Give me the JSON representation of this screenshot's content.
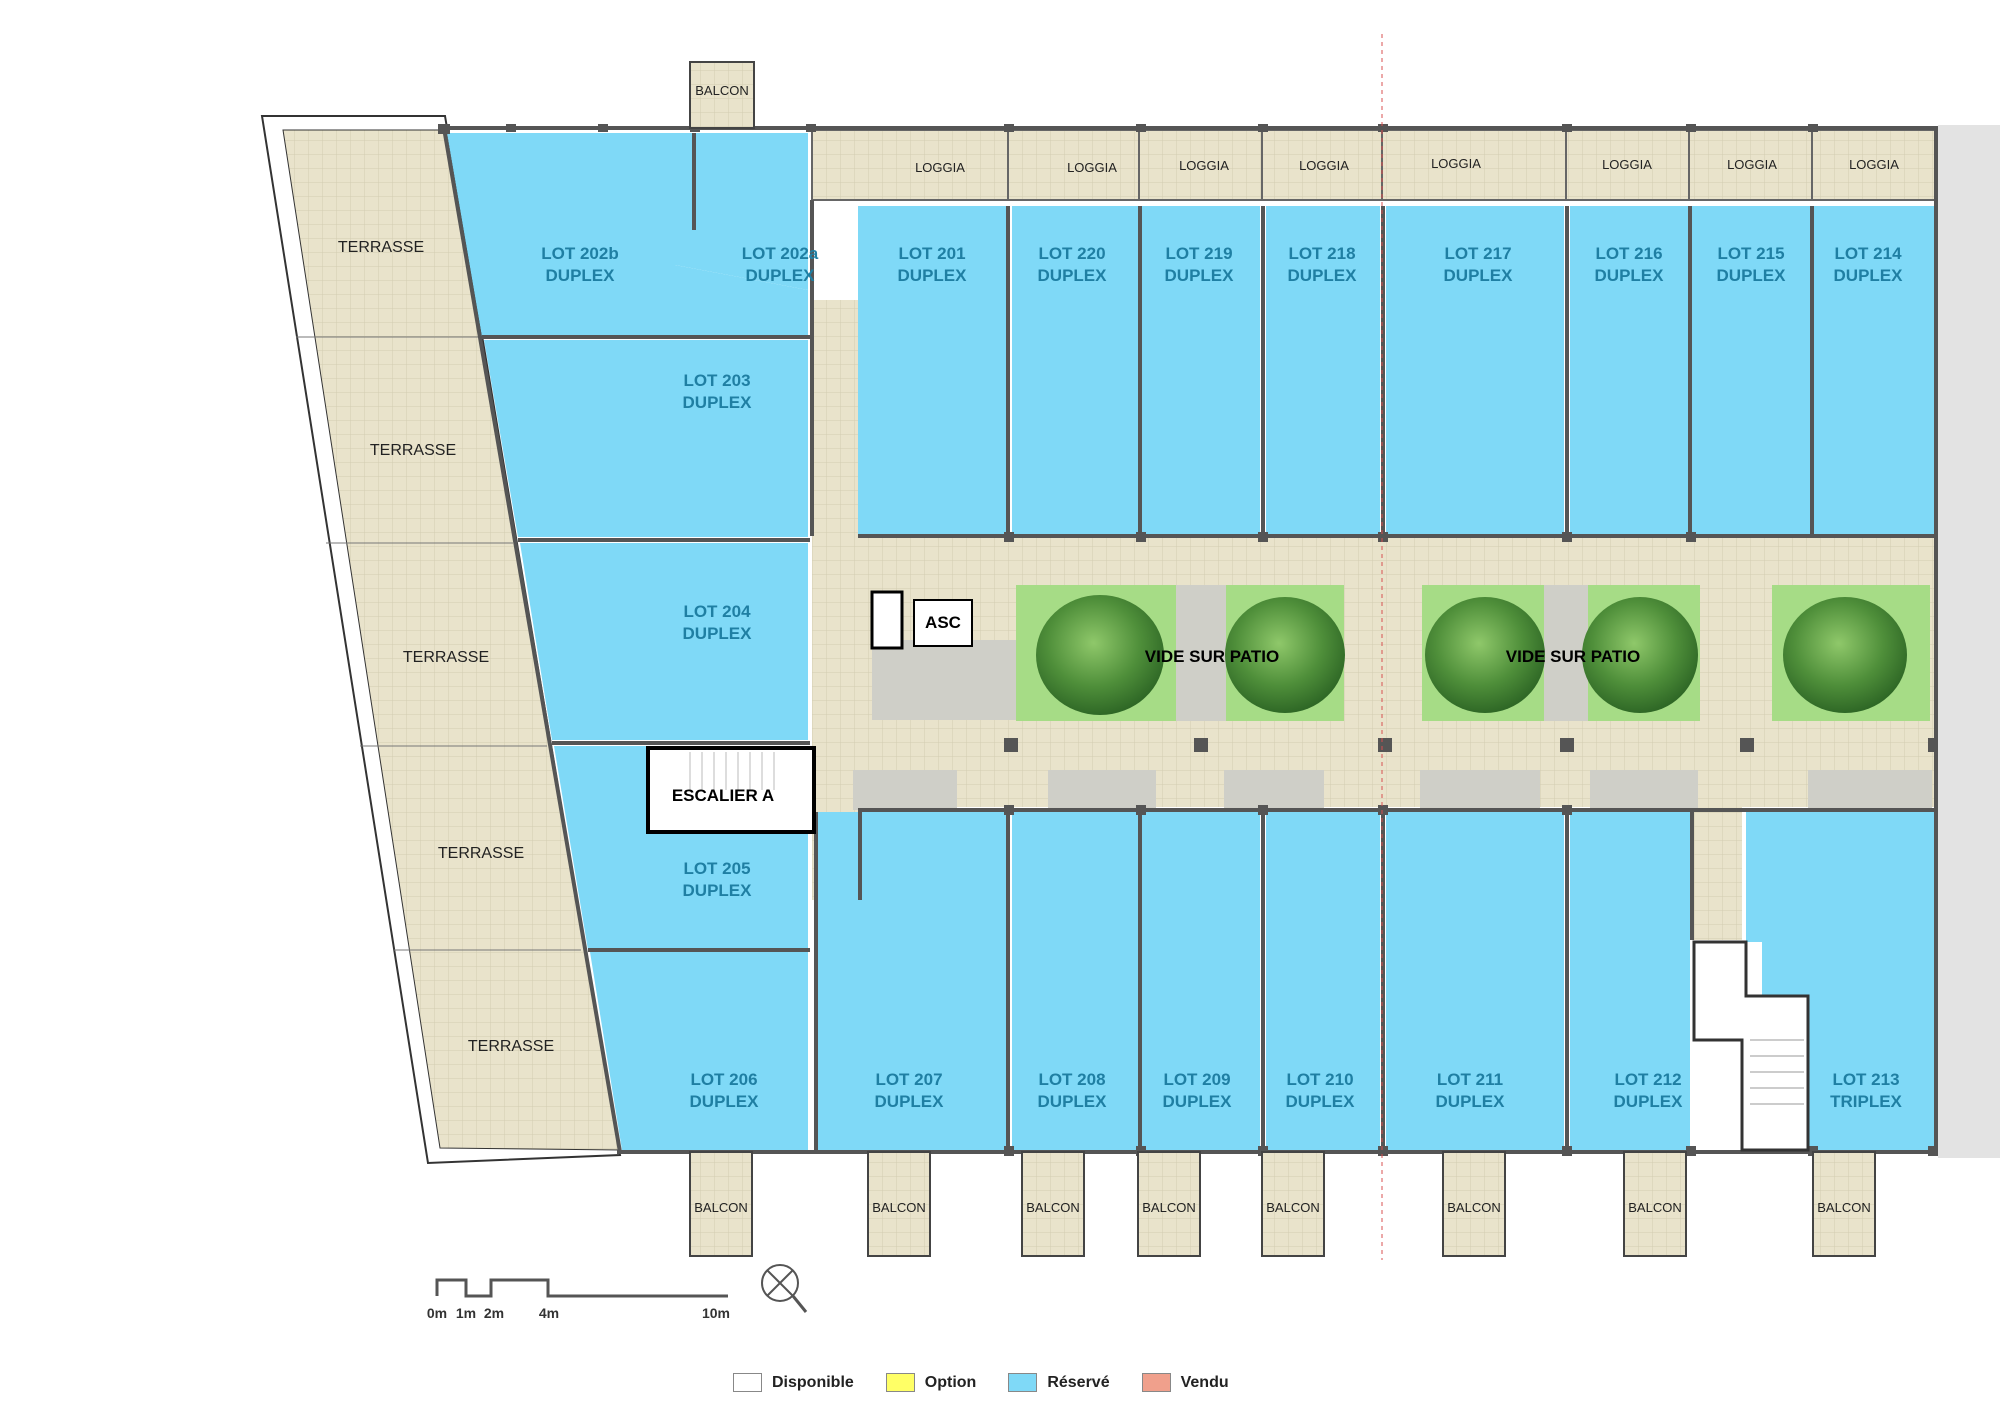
{
  "lots_top": [
    {
      "name": "LOT 202b",
      "type": "DUPLEX"
    },
    {
      "name": "LOT 202a",
      "type": "DUPLEX"
    },
    {
      "name": "LOT 201",
      "type": "DUPLEX"
    },
    {
      "name": "LOT 220",
      "type": "DUPLEX"
    },
    {
      "name": "LOT 219",
      "type": "DUPLEX"
    },
    {
      "name": "LOT 218",
      "type": "DUPLEX"
    },
    {
      "name": "LOT 217",
      "type": "DUPLEX"
    },
    {
      "name": "LOT 216",
      "type": "DUPLEX"
    },
    {
      "name": "LOT 215",
      "type": "DUPLEX"
    },
    {
      "name": "LOT 214",
      "type": "DUPLEX"
    }
  ],
  "lots_left": [
    {
      "name": "LOT 203",
      "type": "DUPLEX"
    },
    {
      "name": "LOT 204",
      "type": "DUPLEX"
    },
    {
      "name": "LOT 205",
      "type": "DUPLEX"
    }
  ],
  "lots_bottom": [
    {
      "name": "LOT 206",
      "type": "DUPLEX"
    },
    {
      "name": "LOT 207",
      "type": "DUPLEX"
    },
    {
      "name": "LOT 208",
      "type": "DUPLEX"
    },
    {
      "name": "LOT 209",
      "type": "DUPLEX"
    },
    {
      "name": "LOT 210",
      "type": "DUPLEX"
    },
    {
      "name": "LOT 211",
      "type": "DUPLEX"
    },
    {
      "name": "LOT 212",
      "type": "DUPLEX"
    },
    {
      "name": "LOT 213",
      "type": "TRIPLEX"
    }
  ],
  "loggia_label": "LOGGIA",
  "balcon_label": "BALCON",
  "terrasse_label": "TERRASSE",
  "asc_label": "ASC",
  "escalier_label": "ESCALIER A",
  "patio_label": "VIDE SUR PATIO",
  "scale": {
    "labels": [
      "0m",
      "1m",
      "2m",
      "4m",
      "10m"
    ]
  },
  "legend": [
    {
      "label": "Disponible",
      "color": "#ffffff"
    },
    {
      "label": "Option",
      "color": "#ffff66"
    },
    {
      "label": "Réservé",
      "color": "#7fd9f7"
    },
    {
      "label": "Vendu",
      "color": "#f0a08c"
    }
  ],
  "colors": {
    "reserved": "#7fd9f7",
    "terrace": "#ece6cf",
    "patio_green": "#9fd97a",
    "wall": "#555555"
  }
}
